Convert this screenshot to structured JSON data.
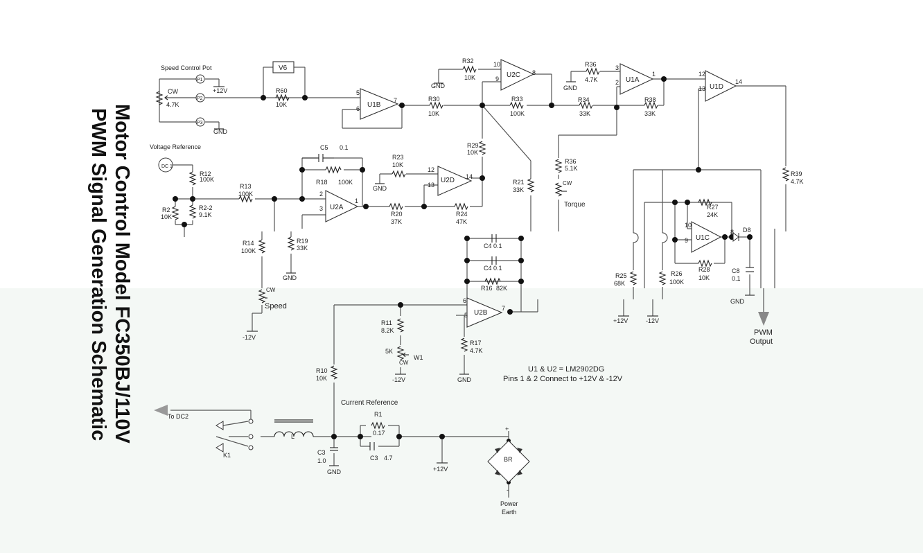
{
  "title": {
    "line1": "Motor Control Model FC350BJ/110V",
    "line2": "PWM Signal Generation Schematic"
  },
  "labels": {
    "speed_pot": "Speed Control Pot",
    "voltage_ref": "Voltage Reference",
    "current_ref": "Current Reference",
    "note1": "U1 & U2 = LM2902DG",
    "note2": "Pins 1 & 2 Connect to +12V & -12V",
    "to_dc2": "To DC2",
    "pwm_output_1": "PWM",
    "pwm_output_2": "Output",
    "power_earth_1": "Power",
    "power_earth_2": "Earth",
    "speed": "Speed",
    "torque": "Torque",
    "cw": "CW"
  },
  "supplies": {
    "pos": "+12V",
    "neg": "-12V",
    "gnd": "GND"
  },
  "connectors": [
    "P1",
    "P2",
    "P3",
    "DC 1",
    "V6",
    "K1",
    "L",
    "BR",
    "D8",
    "W1"
  ],
  "opamps": [
    "U1A",
    "U1B",
    "U1C",
    "U1D",
    "U2A",
    "U2B",
    "U2C",
    "U2D"
  ],
  "components": [
    {
      "ref": "R60",
      "value": "10K"
    },
    {
      "ref": "R30",
      "value": "10K"
    },
    {
      "ref": "R32",
      "value": "10K"
    },
    {
      "ref": "R33",
      "value": "100K"
    },
    {
      "ref": "R34",
      "value": "33K"
    },
    {
      "ref": "R36",
      "value": "4.7K"
    },
    {
      "ref": "R38",
      "value": "33K"
    },
    {
      "ref": "R29",
      "value": "10K"
    },
    {
      "ref": "R36",
      "value": "5.1K"
    },
    {
      "ref": "R21",
      "value": "33K"
    },
    {
      "ref": "R39",
      "value": "4.7K"
    },
    {
      "ref": "R12",
      "value": "100K"
    },
    {
      "ref": "R2",
      "value": "10K"
    },
    {
      "ref": "R2-2",
      "value": "9.1K"
    },
    {
      "ref": "R13",
      "value": "100K"
    },
    {
      "ref": "R14",
      "value": "100K"
    },
    {
      "ref": "R19",
      "value": "33K"
    },
    {
      "ref": "R18",
      "value": "100K"
    },
    {
      "ref": "C5",
      "value": "0.1"
    },
    {
      "ref": "R23",
      "value": "10K"
    },
    {
      "ref": "R20",
      "value": "37K"
    },
    {
      "ref": "R24",
      "value": "47K"
    },
    {
      "ref": "C4",
      "value": "0.1"
    },
    {
      "ref": "R16",
      "value": "82K"
    },
    {
      "ref": "R11",
      "value": "8.2K"
    },
    {
      "ref": "R17",
      "value": "4.7K"
    },
    {
      "ref": "R10",
      "value": "10K"
    },
    {
      "ref": "R1",
      "value": "0.17"
    },
    {
      "ref": "C3",
      "value": "1.0"
    },
    {
      "ref": "C3",
      "value": "4.7"
    },
    {
      "ref": "R27",
      "value": "24K"
    },
    {
      "ref": "R28",
      "value": "10K"
    },
    {
      "ref": "R25",
      "value": "68K"
    },
    {
      "ref": "R26",
      "value": "100K"
    },
    {
      "ref": "C8",
      "value": "0.1"
    }
  ]
}
